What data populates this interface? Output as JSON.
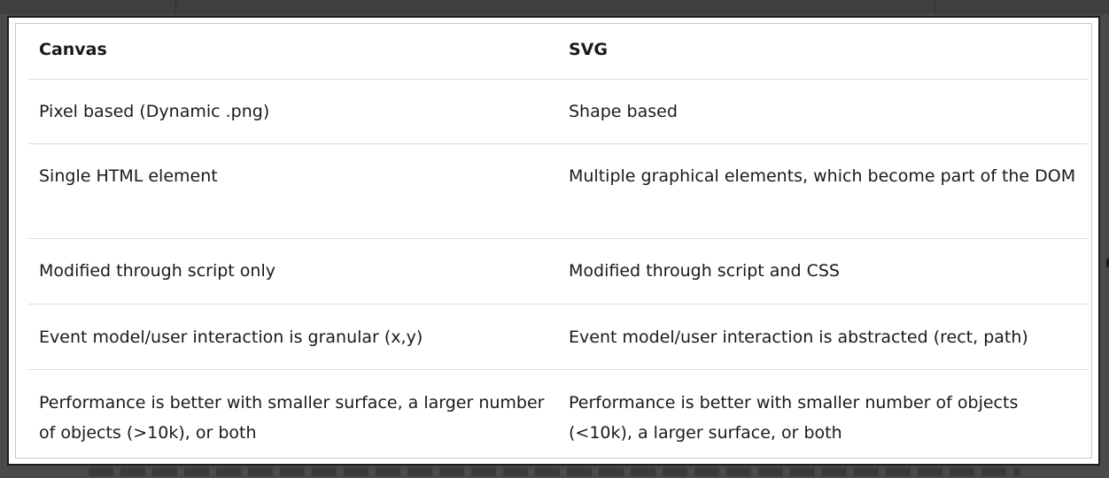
{
  "table": {
    "headers": [
      "Canvas",
      "SVG"
    ],
    "rows": [
      [
        "Pixel based (Dynamic .png)",
        "Shape based"
      ],
      [
        "Single HTML element",
        "Multiple graphical elements, which become part of the DOM"
      ],
      [
        "Modified through script only",
        "Modified through script and CSS"
      ],
      [
        "Event model/user interaction is granular (x,y)",
        "Event model/user interaction is abstracted (rect, path)"
      ],
      [
        "Performance is better with smaller surface, a larger number of objects (>10k), or both",
        "Performance is better with smaller number of objects (<10k), a larger surface, or both"
      ]
    ]
  },
  "colors": {
    "backdrop": "#4a4a4a",
    "panel": "#ffffff",
    "text": "#1a1a1a",
    "divider": "#dcdcdc"
  }
}
